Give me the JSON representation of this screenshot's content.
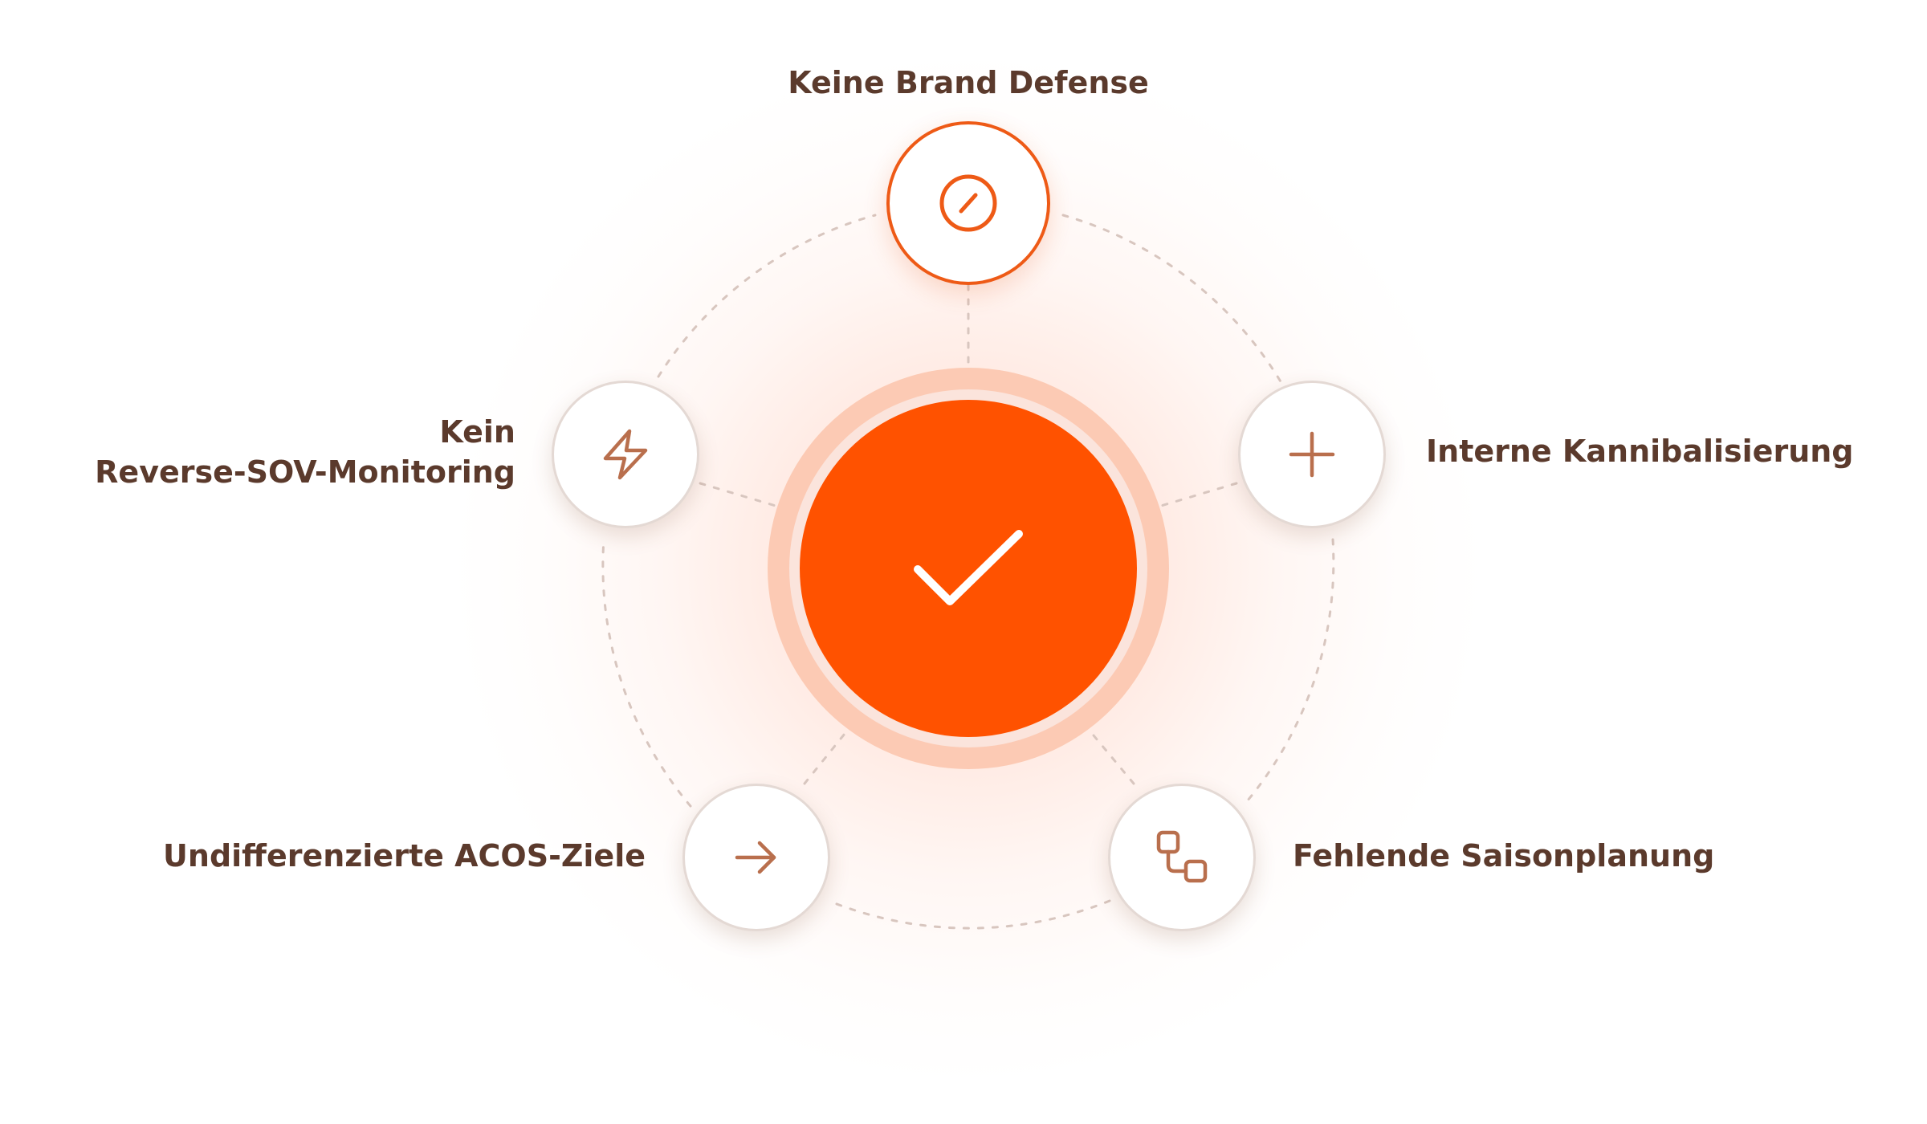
{
  "diagram": {
    "center": {
      "icon": "checkmark-icon"
    },
    "nodes": [
      {
        "id": "top",
        "icon": "slash-circle-icon",
        "label_lines": [
          "Keine Brand Defense"
        ],
        "highlighted": true
      },
      {
        "id": "right",
        "icon": "plus-icon",
        "label_lines": [
          "Interne Kannibalisierung"
        ],
        "highlighted": false
      },
      {
        "id": "bottom-right",
        "icon": "linked-squares-icon",
        "label_lines": [
          "Fehlende Saisonplanung"
        ],
        "highlighted": false
      },
      {
        "id": "bottom-left",
        "icon": "arrow-right-icon",
        "label_lines": [
          "Undifferenzierte ACOS-Ziele"
        ],
        "highlighted": false
      },
      {
        "id": "left",
        "icon": "lightning-icon",
        "label_lines": [
          "Kein",
          "Reverse-SOV-Monitoring"
        ],
        "highlighted": false
      }
    ]
  },
  "colors": {
    "accent": "#ff5200",
    "accent_outline": "#ee5a16",
    "icon_stroke": "#b96f4d",
    "label_text": "#5b3a2c",
    "node_border": "#e4d9d4",
    "connector": "#d8c6bf"
  }
}
